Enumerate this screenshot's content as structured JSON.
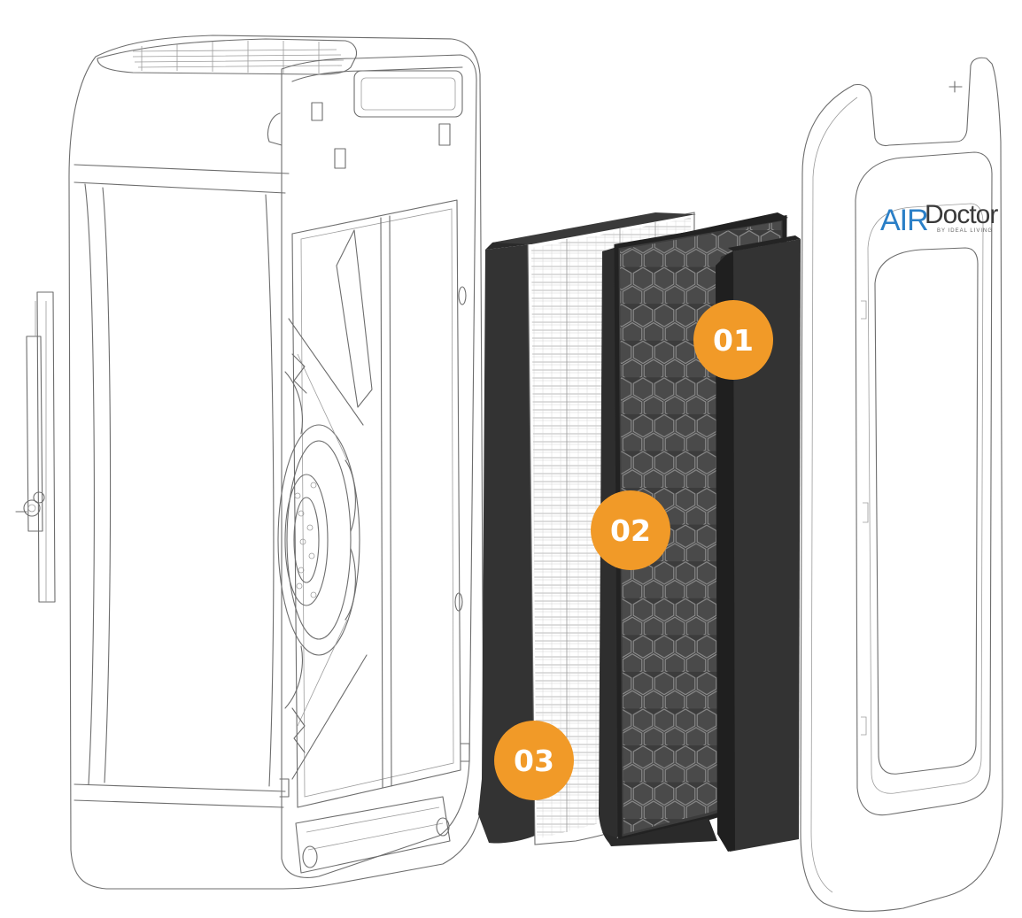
{
  "brand": {
    "logo_air": "AIR",
    "logo_doctor": "Doctor",
    "logo_tagline": "BY IDEAL LIVING",
    "accent_color": "#2a7fc7"
  },
  "callouts": [
    {
      "label": "01",
      "target": "pre-filter",
      "color": "#f19a28"
    },
    {
      "label": "02",
      "target": "carbon-filter",
      "color": "#f19a28"
    },
    {
      "label": "03",
      "target": "hepa-filter",
      "color": "#f19a28"
    }
  ],
  "colors": {
    "badge": "#f19a28",
    "filter_dark": "#333333",
    "carbon_cell": "#4a4a4a",
    "line": "#6d6d6d"
  }
}
